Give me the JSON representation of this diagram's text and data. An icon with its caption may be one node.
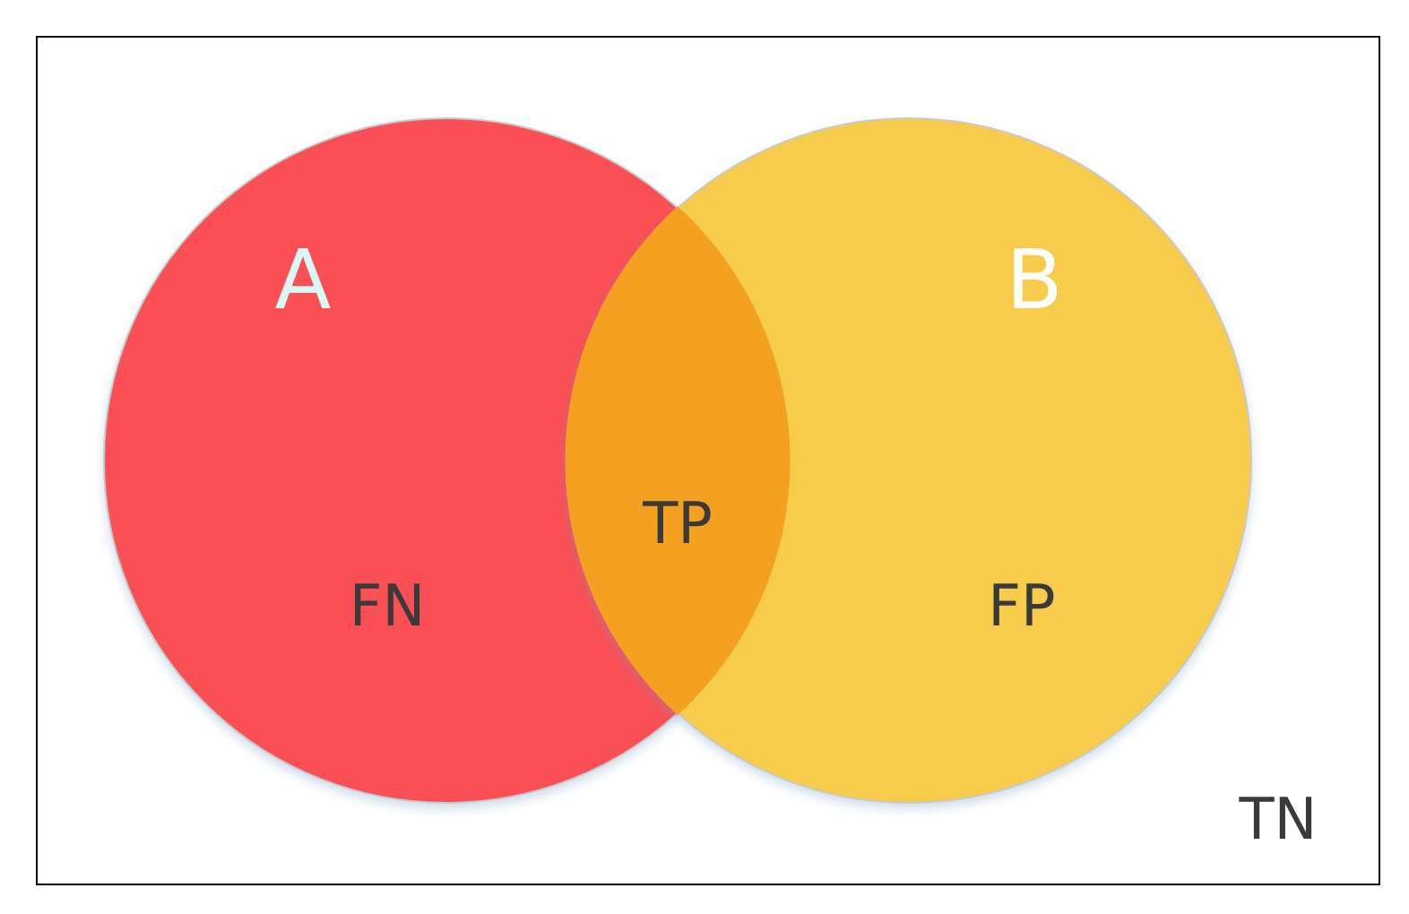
{
  "diagram": {
    "nodes": [
      {
        "text": [
          "TN"
        ]
      },
      {
        "text": [
          "A",
          "FN"
        ],
        "in": 0
      },
      {
        "text": [
          "B",
          "FP"
        ],
        "in": 0
      }
    ],
    "edges": [],
    "labels": [
      "TP"
    ]
  }
}
